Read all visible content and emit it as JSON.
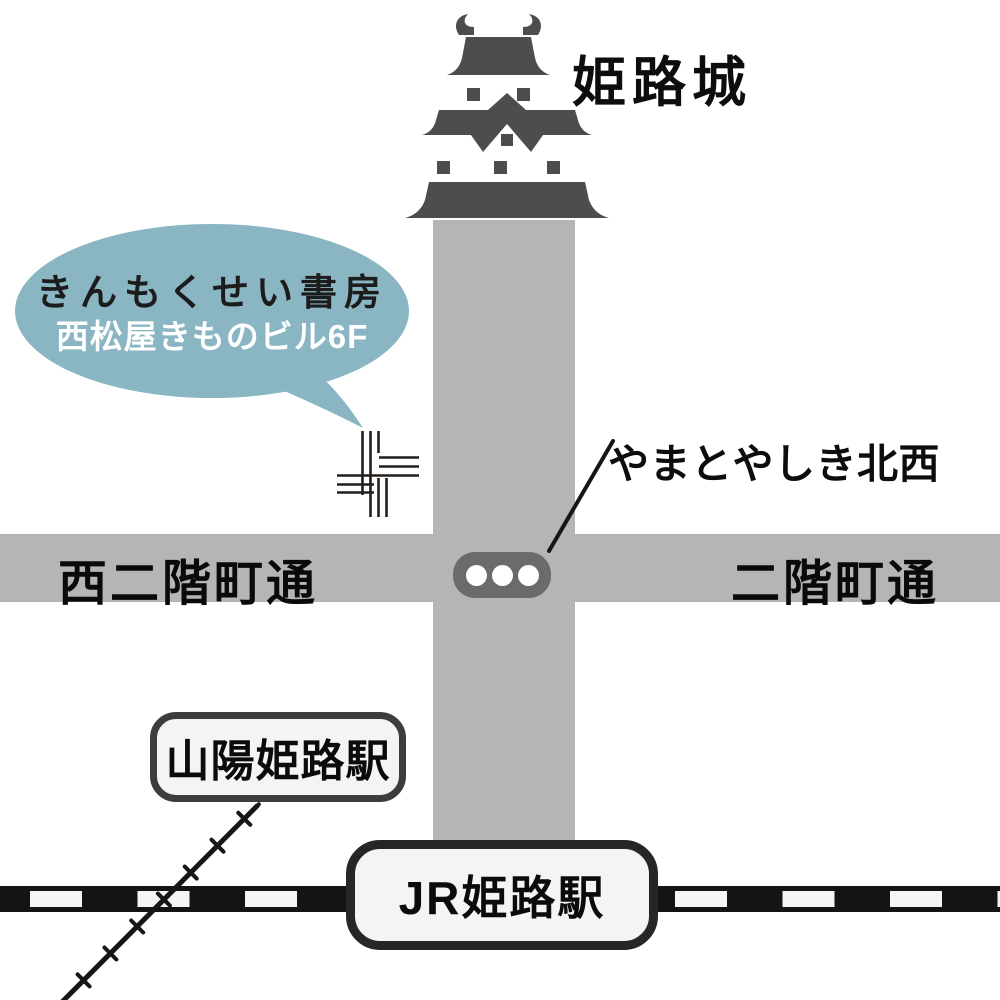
{
  "landmarks": {
    "castle_label": "姫路城",
    "signal_label": "やまとやしき北西"
  },
  "shop_bubble": {
    "name": "きんもくせい書房",
    "address": "西松屋きものビル6F"
  },
  "streets": {
    "west_label": "西二階町通",
    "east_label": "二階町通"
  },
  "stations": {
    "sanyo_label": "山陽姫路駅",
    "jr_label": "JR姫路駅"
  },
  "colors": {
    "road": "#b5b5b5",
    "castle": "#4d4d4d",
    "bubble": "#8ab5c3",
    "signal": "#6b6b6b",
    "rail-black": "#141414",
    "rail-white": "#f5f5f5",
    "box-fill": "#f4f4f4",
    "sanyo-border": "#3d3d3d",
    "jr-border": "#262626",
    "marker": "#241f1a"
  }
}
